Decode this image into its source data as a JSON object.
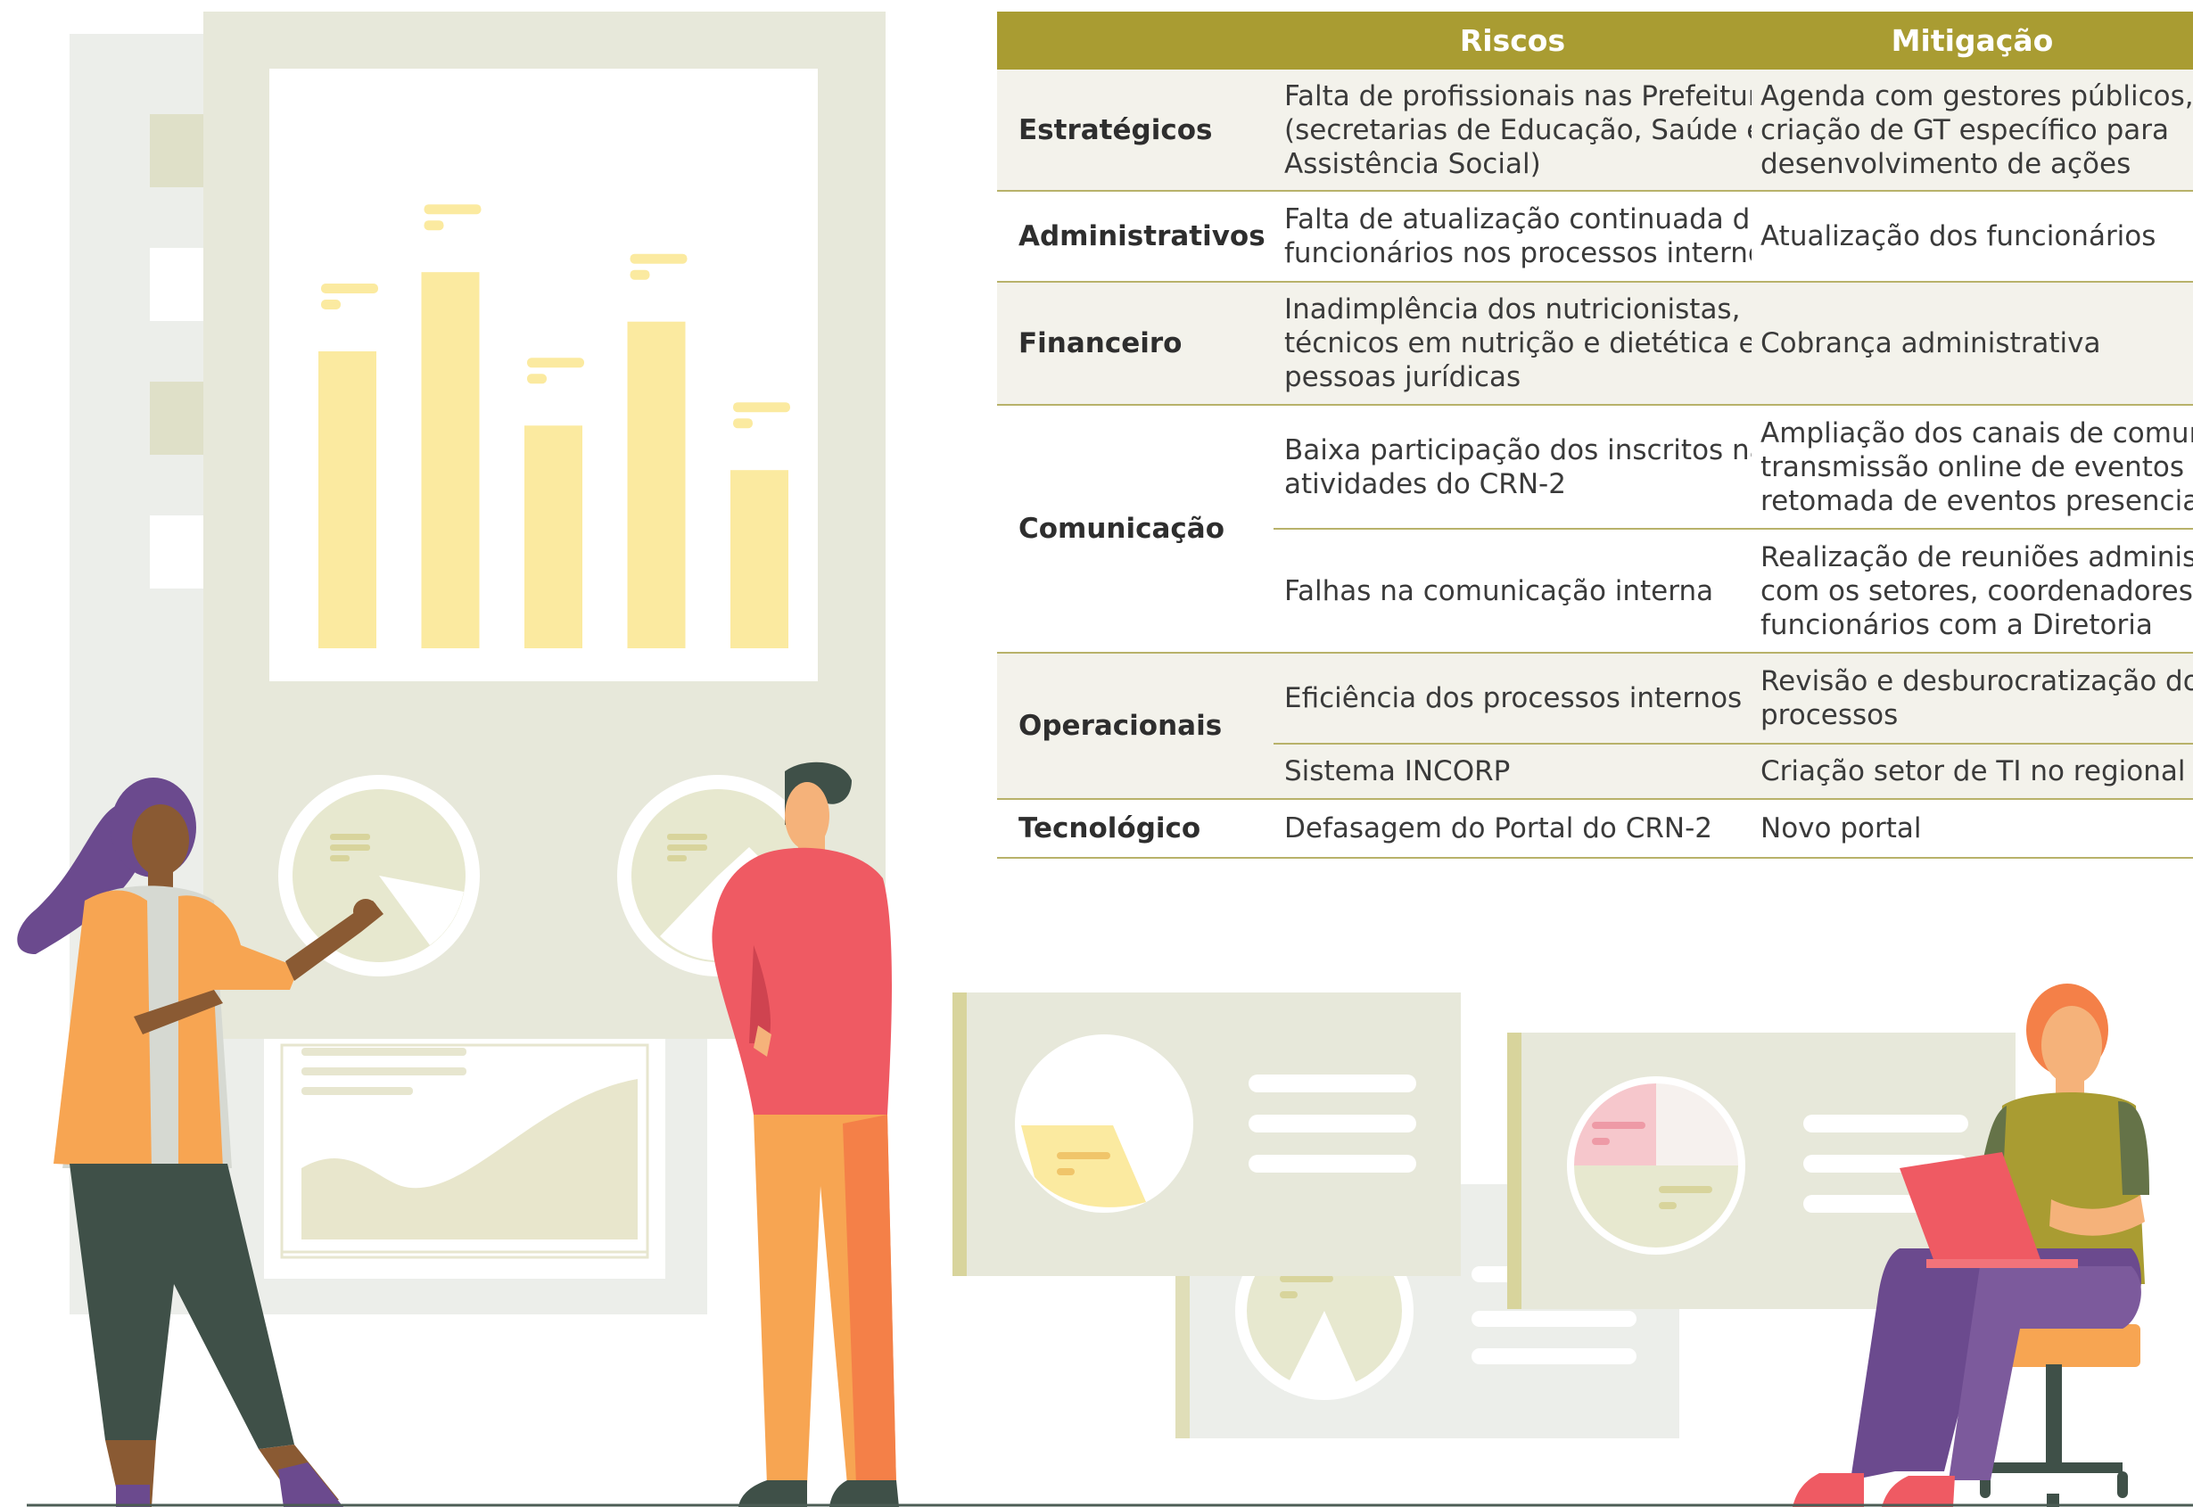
{
  "table": {
    "headers": {
      "category": "",
      "risks": "Riscos",
      "mitigation": "Mitigação"
    },
    "rows": [
      {
        "category": "Estratégicos",
        "risk": [
          "Falta de profissionais nas Prefeituras",
          "(secretarias de Educação, Saúde e",
          "Assistência Social)"
        ],
        "mitigation": [
          "Agenda com gestores públicos,",
          "criação de GT específico para",
          "desenvolvimento de ações"
        ]
      },
      {
        "category": "Administrativos",
        "risk": [
          "Falta de atualização continuada dos",
          "funcionários nos processos internos"
        ],
        "mitigation": [
          "Atualização dos funcionários"
        ]
      },
      {
        "category": "Financeiro",
        "risk": [
          "Inadimplência dos nutricionistas,",
          "técnicos em nutrição e dietética e",
          "pessoas jurídicas"
        ],
        "mitigation": [
          "Cobrança administrativa"
        ]
      },
      {
        "category": "Comunicação",
        "risk": [
          "Baixa participação dos inscritos nas",
          "atividades do CRN-2"
        ],
        "mitigation": [
          "Ampliação dos canais de comunicação,",
          "transmissão online de eventos e",
          "retomada de eventos presenciais"
        ]
      },
      {
        "category": "",
        "risk": [
          "Falhas na comunicação interna"
        ],
        "mitigation": [
          "Realização de reuniões administrativas",
          "com os setores, coordenadores e",
          "funcionários com a Diretoria"
        ]
      },
      {
        "category": "Operacionais",
        "risk": [
          "Eficiência dos processos internos"
        ],
        "mitigation": [
          "Revisão e desburocratização dos",
          "processos"
        ]
      },
      {
        "category": "",
        "risk": [
          "Sistema INCORP"
        ],
        "mitigation": [
          "Criação setor de TI no regional"
        ]
      },
      {
        "category": "Tecnológico",
        "risk": [
          "Defasagem do Portal do CRN-2"
        ],
        "mitigation": [
          "Novo portal"
        ]
      }
    ]
  },
  "colors": {
    "header_bg": "#a99c32",
    "shaded_row": "#f3f2eb",
    "row_border": "#b8b26a",
    "bar_fill": "#fbeaa0",
    "panel_bg": "#e7e8da"
  },
  "illustration": {
    "bar_chart_values": [
      0.6,
      0.76,
      0.45,
      0.66,
      0.36
    ]
  }
}
